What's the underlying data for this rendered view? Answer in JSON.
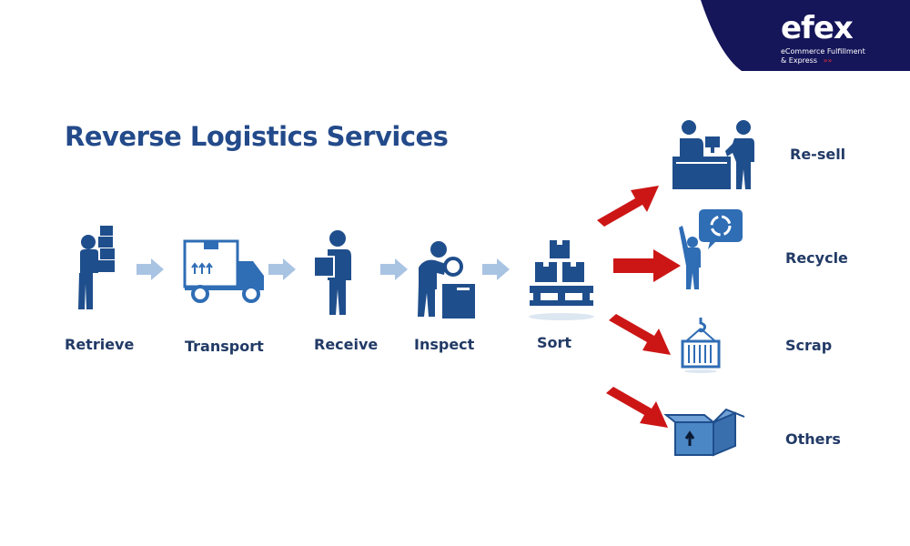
{
  "brand": {
    "logo_text": "efex",
    "tagline": "eCommerce Fulfillment",
    "tagline2": "& Express",
    "chevrons": "»»",
    "colors": {
      "background": "#15155a",
      "accent": "#e0303a"
    }
  },
  "title": "Reverse Logistics Services",
  "steps": [
    {
      "label": "Retrieve",
      "icon": "worker-carrying-boxes-icon"
    },
    {
      "label": "Transport",
      "icon": "delivery-truck-icon"
    },
    {
      "label": "Receive",
      "icon": "worker-holding-box-icon"
    },
    {
      "label": "Inspect",
      "icon": "worker-magnifier-icon"
    },
    {
      "label": "Sort",
      "icon": "pallet-boxes-icon"
    }
  ],
  "outcomes": [
    {
      "label": "Re-sell",
      "icon": "shop-counter-icon"
    },
    {
      "label": "Recycle",
      "icon": "person-recycle-bubble-icon"
    },
    {
      "label": "Scrap",
      "icon": "container-hook-icon"
    },
    {
      "label": "Others",
      "icon": "open-box-icon"
    }
  ],
  "colors": {
    "title": "#234a8a",
    "label": "#223a66",
    "icon_primary": "#1f4e8c",
    "icon_secondary": "#2f6db5",
    "flow_arrow": "#a9c3e3",
    "branch_arrow": "#cc1616"
  }
}
